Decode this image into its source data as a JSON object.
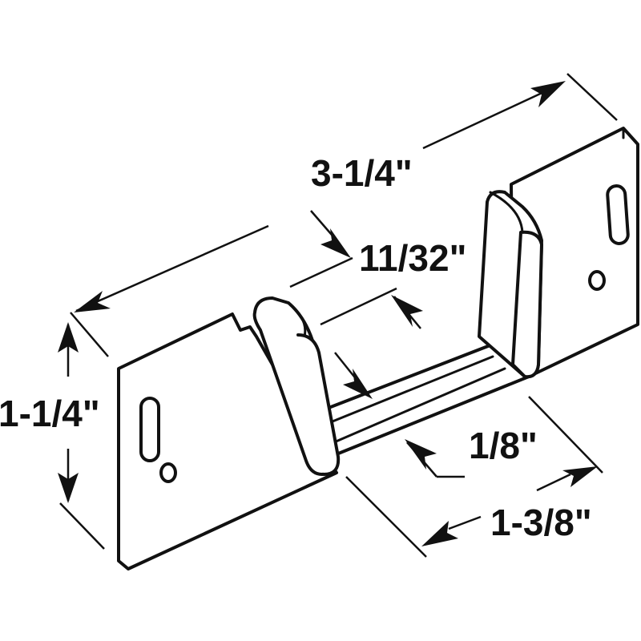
{
  "dimensions": {
    "overall_length": "3-1/4\"",
    "guide_gap": "11/32\"",
    "height": "1-1/4\"",
    "slot_width": "1/8\"",
    "base_depth": "1-3/8\""
  },
  "colors": {
    "line": "#111111",
    "fill": "#ffffff"
  }
}
